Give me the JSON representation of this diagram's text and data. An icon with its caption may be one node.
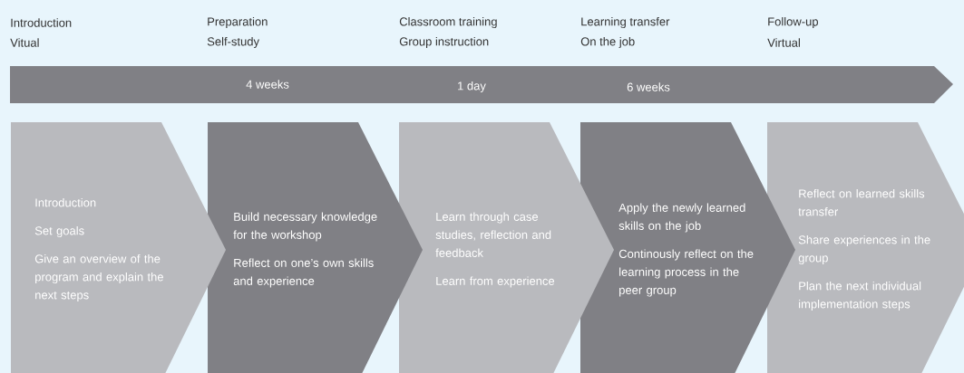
{
  "diagram": {
    "nodes": [
      {
        "text": [
          "4 weeks",
          "1 day",
          "6 weeks"
        ]
      },
      {
        "text": [
          "Introduction",
          "Set goals",
          "Give an overview of the program and explain the next steps"
        ]
      },
      {
        "text": [
          "Build necessary knowledge for the workshop",
          "Reflect on one’s own skills and experience"
        ]
      },
      {
        "text": [
          "Learn through case studies, reflection and feedback",
          "Learn from experience"
        ]
      },
      {
        "text": [
          "Apply the newly learned skills on the job",
          "Continously reflect on the learning process in the peer group"
        ]
      },
      {
        "text": [
          "Reflect on learned skills transfer",
          "Share experiences in the group",
          "Plan the next individual implementation steps"
        ]
      }
    ],
    "labels": [
      "Introduction",
      "Preparation",
      "Classroom training",
      "Learning transfer",
      "Follow-up",
      "Vitual",
      "Self-study",
      "Group instruction",
      "On the job",
      "Virtual"
    ]
  }
}
